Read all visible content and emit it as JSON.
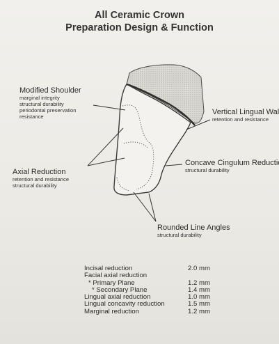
{
  "title": {
    "line1": "All Ceramic Crown",
    "line2": "Preparation Design & Function"
  },
  "labels": {
    "modified_shoulder": {
      "heading": "Modified Shoulder",
      "details": [
        "marginal integrity",
        "structural durability",
        "periodontal preservation",
        "resistance"
      ]
    },
    "vertical_lingual_wall": {
      "heading": "Vertical Lingual Wall",
      "details": [
        "retention and resistance"
      ]
    },
    "axial_reduction": {
      "heading": "Axial Reduction",
      "details": [
        "retention and resistance",
        "structural durability"
      ]
    },
    "concave_cingulum_reduction": {
      "heading": "Concave Cingulum Reduction",
      "details": [
        "structural durability"
      ]
    },
    "rounded_line_angles": {
      "heading": "Rounded Line Angles",
      "details": [
        "structural durability"
      ]
    }
  },
  "measurements": [
    {
      "label": "Incisal reduction",
      "value": "2.0 mm"
    },
    {
      "label": "Facial axial reduction",
      "value": ""
    },
    {
      "label": "* Primary Plane",
      "value": "1.2 mm"
    },
    {
      "label": "* Secondary Plane",
      "value": "1.4 mm"
    },
    {
      "label": "Lingual axial reduction",
      "value": "1.0 mm"
    },
    {
      "label": "Lingual concavity reduction",
      "value": "1.5 mm"
    },
    {
      "label": "Marginal reduction",
      "value": "1.2 mm"
    }
  ]
}
